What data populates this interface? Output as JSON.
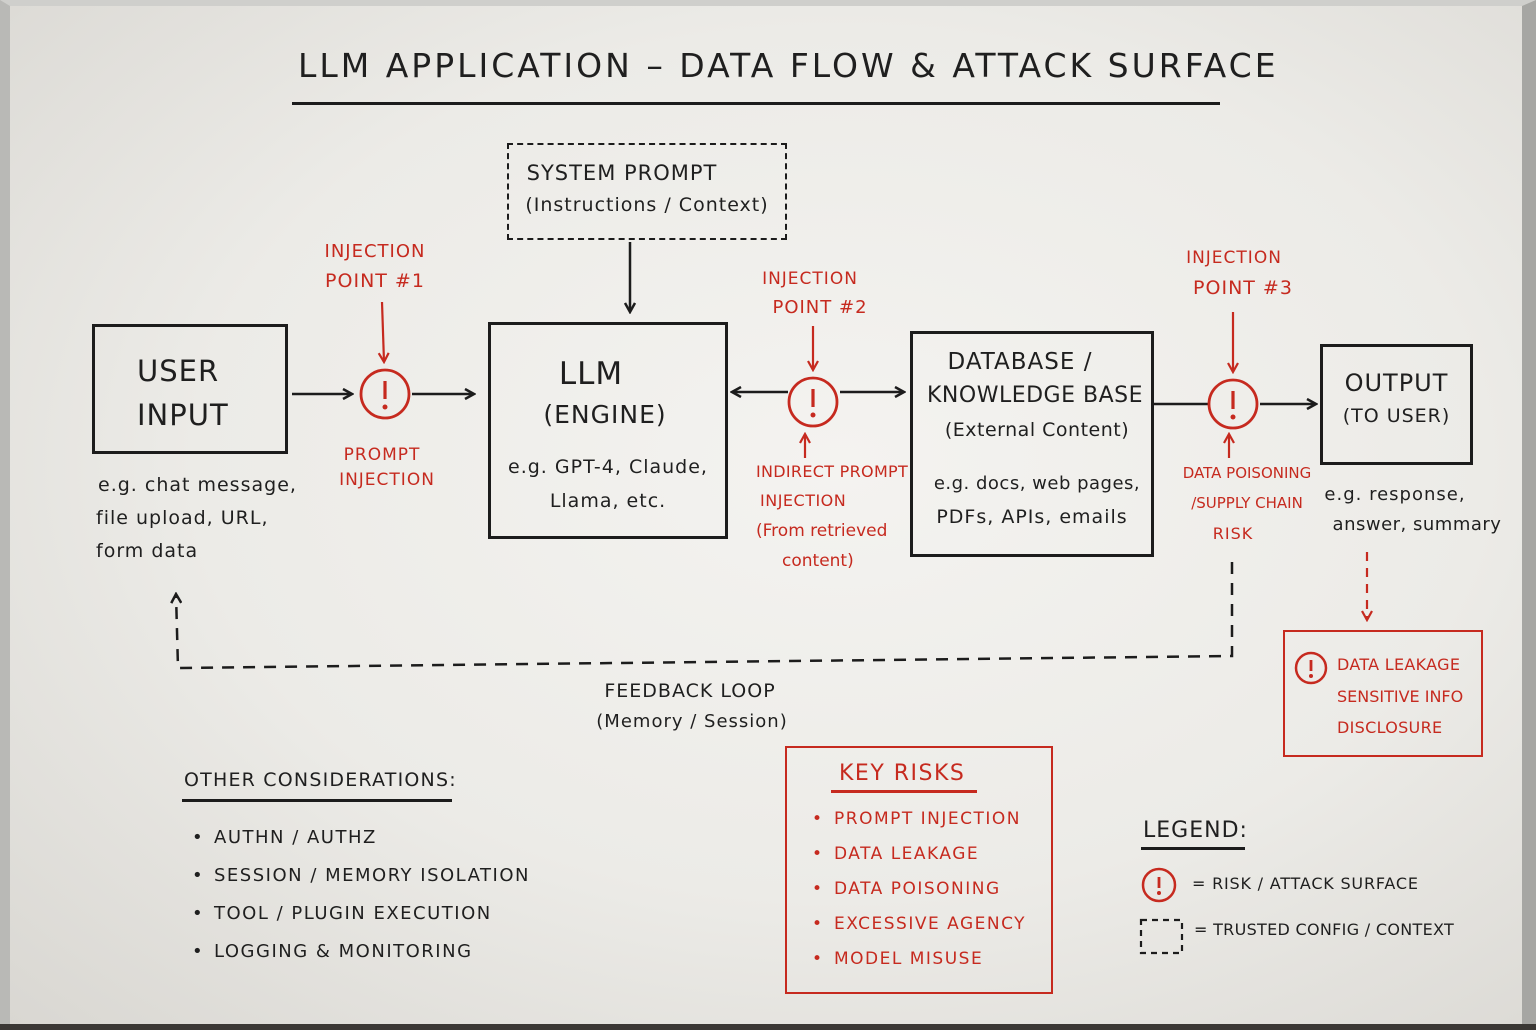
{
  "title": "LLM Application – Data Flow & Attack Surface",
  "nodes": {
    "system_prompt": {
      "title": "System Prompt",
      "subtitle": "(Instructions / Context)"
    },
    "user_input": {
      "line1": "User",
      "line2": "Input",
      "examples": [
        "e.g. chat message,",
        "file upload, URL,",
        "form data"
      ]
    },
    "llm": {
      "title": "LLM",
      "subtitle": "(Engine)",
      "examples": [
        "e.g. GPT-4, Claude,",
        "Llama, etc."
      ]
    },
    "database": {
      "line1": "Database /",
      "line2": "Knowledge Base",
      "subtitle": "(External Content)",
      "examples": [
        "e.g. docs, web pages,",
        "PDFs, APIs, emails"
      ]
    },
    "output": {
      "title": "Output",
      "subtitle": "(To User)",
      "examples": [
        "e.g. response,",
        "answer, summary"
      ]
    }
  },
  "injection_points": [
    {
      "line1": "Injection",
      "line2": "Point #1",
      "risk_lines": [
        "Prompt",
        "Injection"
      ]
    },
    {
      "line1": "Injection",
      "line2": "Point #2",
      "risk_lines": [
        "Indirect Prompt",
        "Injection",
        "(From retrieved",
        "content)"
      ]
    },
    {
      "line1": "Injection",
      "line2": "Point #3",
      "risk_lines": [
        "Data Poisoning",
        "/Supply Chain",
        "Risk"
      ]
    }
  ],
  "feedback": {
    "title": "Feedback Loop",
    "subtitle": "(Memory / Session)"
  },
  "data_leakage": {
    "lines": [
      "Data Leakage",
      "Sensitive Info",
      "Disclosure"
    ]
  },
  "key_risks": {
    "title": "Key Risks",
    "items": [
      "Prompt Injection",
      "Data Leakage",
      "Data Poisoning",
      "Excessive Agency",
      "Model Misuse"
    ]
  },
  "other_considerations": {
    "title": "Other Considerations:",
    "items": [
      "AuthN / AuthZ",
      "Session / Memory Isolation",
      "Tool / Plugin Execution",
      "Logging & Monitoring"
    ]
  },
  "legend": {
    "title": "Legend:",
    "risk_label": "= Risk / Attack Surface",
    "trusted_label": "= Trusted Config / Context"
  },
  "colors": {
    "ink": "#1c1c1c",
    "risk_red": "#c62a1f",
    "board": "#f0efeb"
  },
  "icons": {
    "risk": "exclamation-circle-icon",
    "trusted": "dashed-box-icon"
  }
}
